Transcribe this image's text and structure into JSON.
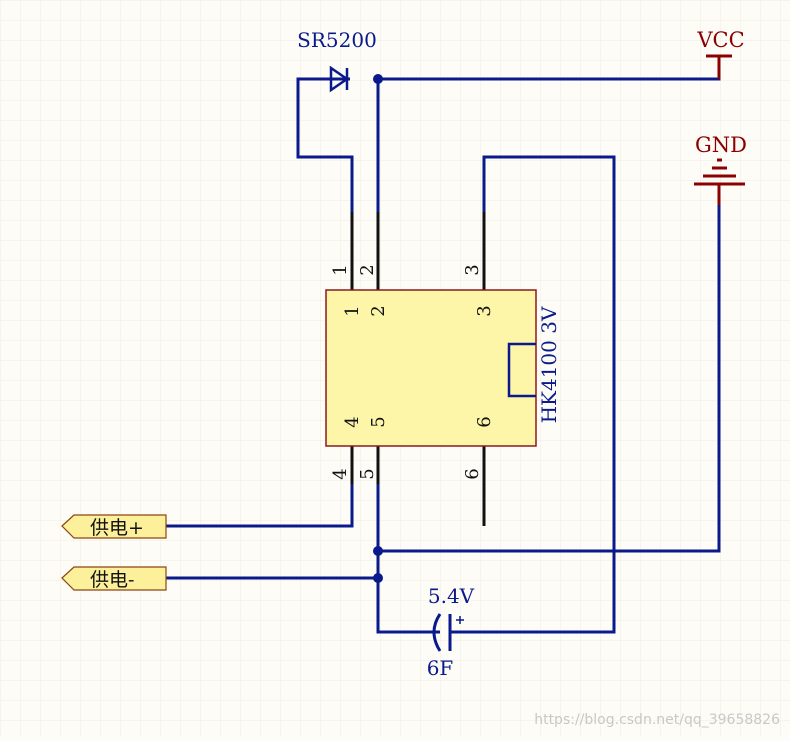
{
  "labels": {
    "diode": "SR5200",
    "vcc": "VCC",
    "gnd": "GND",
    "relay": "HK4100 3V",
    "cap_voltage": "5.4V",
    "cap_value": "6F"
  },
  "pins": {
    "p1": "1",
    "p2": "2",
    "p3": "3",
    "p4": "4",
    "p5": "5",
    "p6": "6"
  },
  "ports": {
    "plus": "供电+",
    "minus": "供电-"
  },
  "watermark": "https://blog.csdn.net/qq_39658826",
  "colors": {
    "wire": "#0a1a8c",
    "power": "#8b0000",
    "pin": "#111111",
    "relay_fill": "#fdf5a8",
    "relay_stroke": "#8b1a1a",
    "port_fill": "#fdf09a"
  }
}
